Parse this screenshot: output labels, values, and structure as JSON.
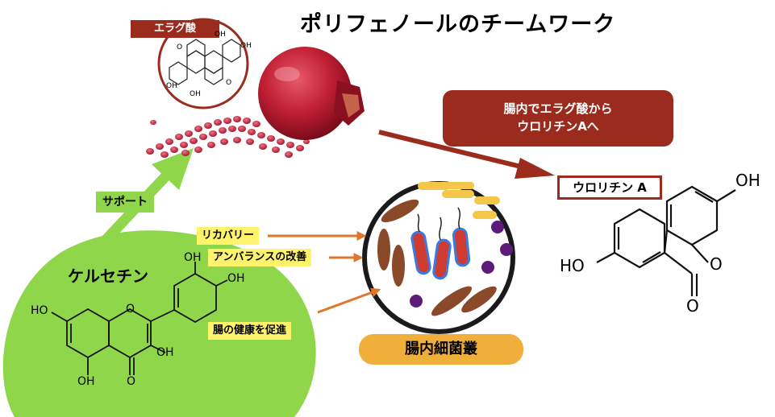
{
  "title": "ポリフェノールのチームワーク",
  "ellagic_badge": "エラグ酸",
  "conversion_callout": [
    "腸内でエラグ酸から",
    "ウロリチンAへ"
  ],
  "urolithin_label": "ウロリチン A",
  "quercetin_label": "ケルセチン",
  "support_label": "サポート",
  "effects": [
    "リカバリー",
    "アンバランスの改善",
    "腸の健康を促進"
  ],
  "microbiota_label": "腸内細菌叢",
  "atom_labels": {
    "oh": "OH",
    "ho": "HO",
    "o": "O"
  },
  "colors": {
    "accent_red": "#9b2b1d",
    "support_green": "#8fd64b",
    "effect_yellow": "#fff36b",
    "arrow_orange": "#e0762b",
    "microbiota_orange": "#f0ae3a"
  }
}
